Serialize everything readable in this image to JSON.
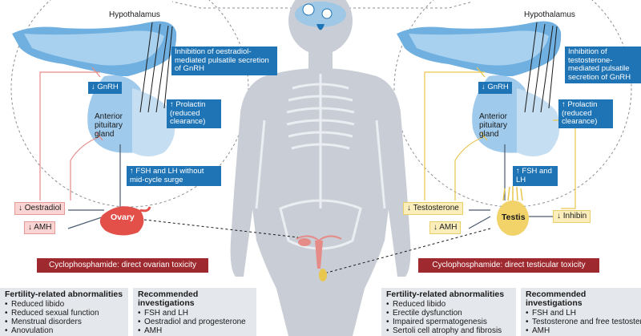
{
  "female": {
    "hypothalamus": "Hypothalamus",
    "inhibition": "Inhibition of oestradiol-mediated pulsatile secretion of GnRH",
    "gnrh": "↓ GnRH",
    "prolactin": "↑ Prolactin (reduced clearance)",
    "pituitary": "Anterior pituitary gland",
    "fsh_lh": "↑ FSH and LH without mid-cycle surge",
    "oestradiol": "↓ Oestradiol",
    "amh": "↓ AMH",
    "gonad": "Ovary",
    "toxicity": "Cyclophosphamide: direct ovarian toxicity",
    "abnormalities_title": "Fertility-related abnormalities",
    "abnormalities": [
      "Reduced libido",
      "Reduced sexual function",
      "Menstrual disorders",
      "Anovulation"
    ],
    "investigations_title": "Recommended investigations",
    "investigations": [
      "FSH and LH",
      "Oestradiol and progesterone",
      "AMH"
    ]
  },
  "male": {
    "hypothalamus": "Hypothalamus",
    "inhibition": "Inhibition of testosterone-mediated pulsatile secretion of GnRH",
    "gnrh": "↓ GnRH",
    "prolactin": "↑ Prolactin (reduced clearance)",
    "pituitary": "Anterior pituitary gland",
    "fsh_lh": "↑ FSH and LH",
    "testosterone": "↓ Testosterone",
    "amh": "↓ AMH",
    "inhibin": "↓ Inhibin",
    "gonad": "Testis",
    "toxicity": "Cyclophosphamide: direct testicular toxicity",
    "abnormalities_title": "Fertility-related abnormalities",
    "abnormalities": [
      "Reduced libido",
      "Erectile dysfunction",
      "Impaired spermatogenesis",
      "Sertoli cell atrophy and fibrosis"
    ],
    "investigations_title": "Recommended investigations",
    "investigations": [
      "FSH and LH",
      "Testosterone and free testosterone",
      "AMH"
    ]
  },
  "colors": {
    "blue_box": "#1f74b5",
    "toxicity_bar": "#9e2a2f",
    "female_line": "#e58b88",
    "male_line": "#e9c64e",
    "body": "#c9ced6",
    "panel": "#e4e7ec"
  }
}
